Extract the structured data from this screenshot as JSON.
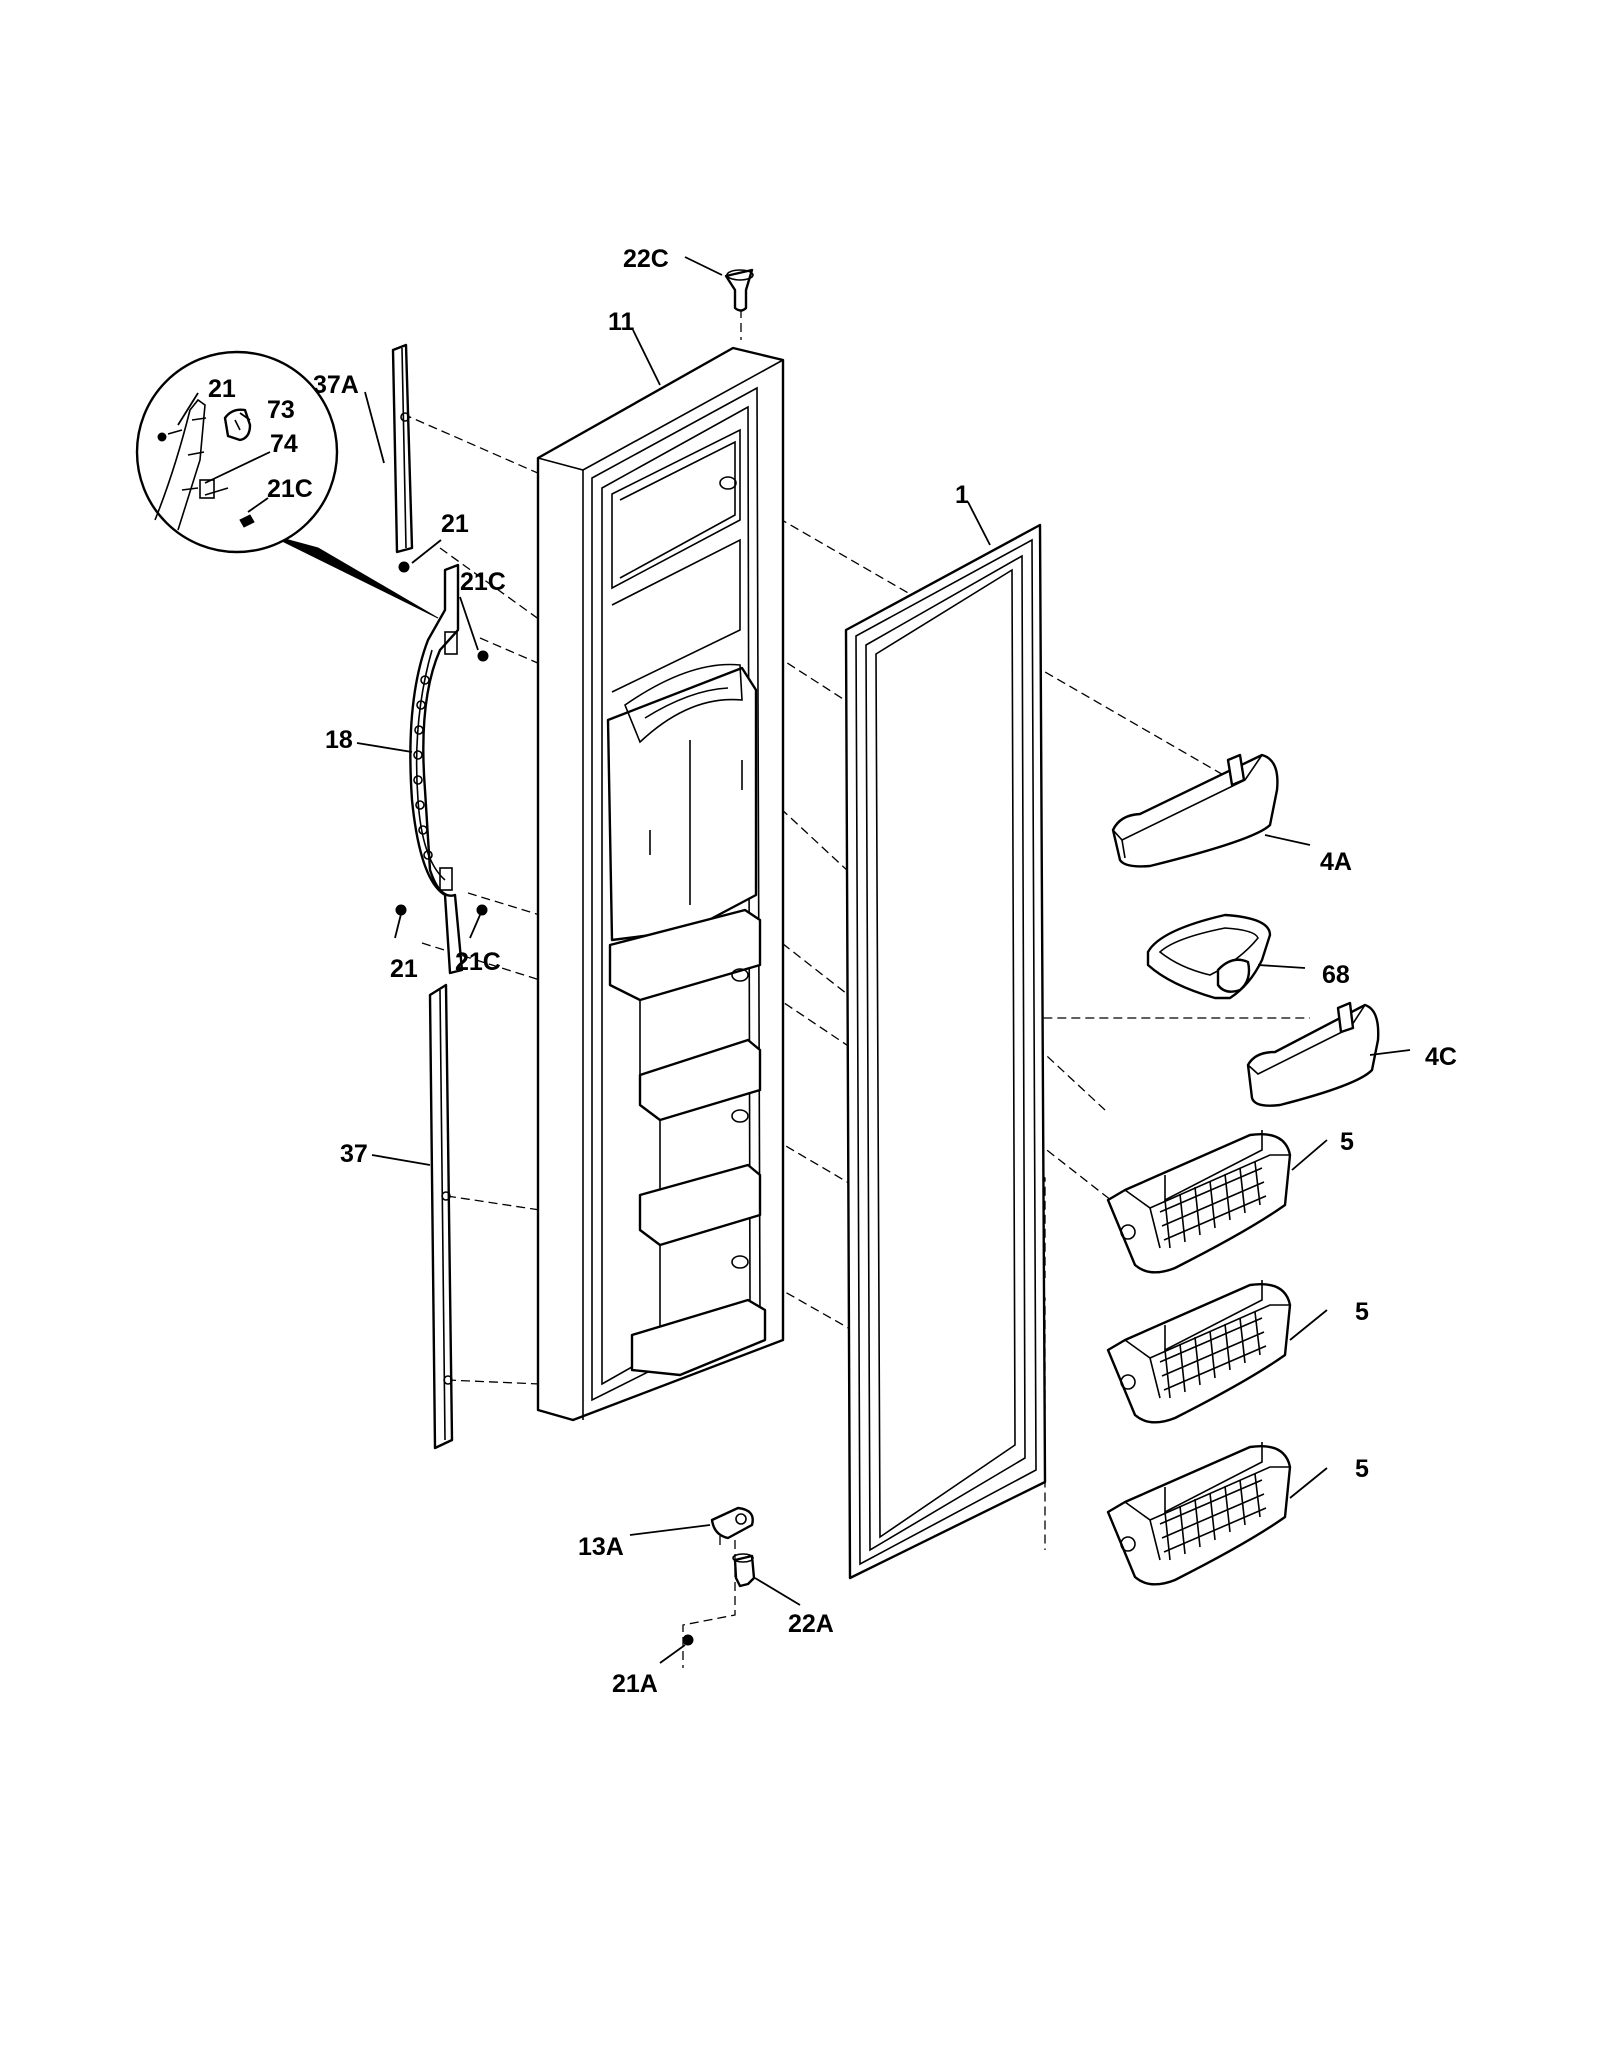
{
  "labels": {
    "c22": "22C",
    "c11": "11",
    "c1": "1",
    "c37a": "37A",
    "i21": "21",
    "i73": "73",
    "i74": "74",
    "i21c": "21C",
    "s21_top": "21",
    "s21c_top": "21C",
    "c18": "18",
    "s21_bot": "21",
    "s21c_bot": "21C",
    "c37": "37",
    "c4a": "4A",
    "c68": "68",
    "c4c": "4C",
    "c5_1": "5",
    "c5_2": "5",
    "c5_3": "5",
    "c13a": "13A",
    "c22a": "22A",
    "c21a": "21A"
  },
  "colors": {
    "line": "#000000",
    "background": "#ffffff"
  }
}
